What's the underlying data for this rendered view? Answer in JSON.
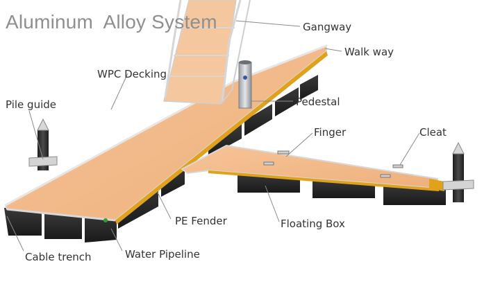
{
  "title": "Aluminum  Alloy System",
  "labels": {
    "gangway": "Gangway",
    "walkway": "Walk way",
    "wpc_decking": "WPC Decking",
    "pedestal": "Pedestal",
    "pile_guide": "Pile guide",
    "finger": "Finger",
    "cleat": "Cleat",
    "pe_fender": "PE Fender",
    "floating_box": "Floating Box",
    "cable_trench": "Cable trench",
    "water_pipeline": "Water Pipeline"
  },
  "colors": {
    "deck": "#f2b98a",
    "deck_edge": "#e2a56e",
    "box": "#2b2b2b",
    "fender": "#e0a21a",
    "frame": "#dcdcdc",
    "leader": "#8a8a8a",
    "label": "#333333",
    "title": "#8f8f8f"
  },
  "icons": [
    "pile-icon",
    "pedestal-icon",
    "cleat-icon",
    "gangway-icon"
  ]
}
